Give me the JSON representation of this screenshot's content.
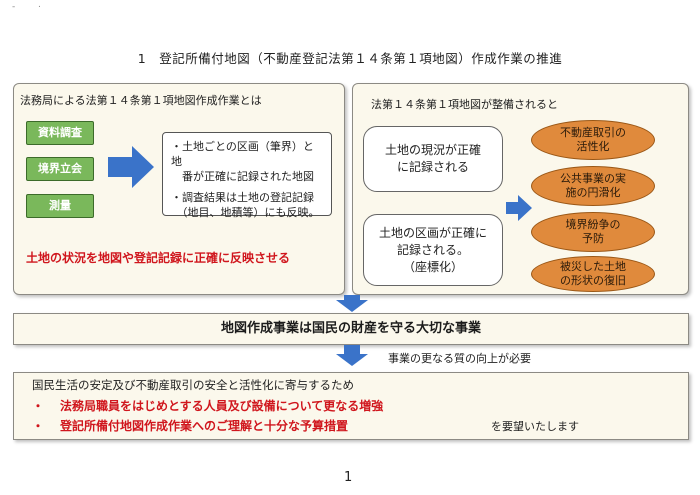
{
  "marks": [
    "-",
    "."
  ],
  "title": "1　登記所備付地図（不動産登記法第１４条第１項地図）作成作業の推進",
  "left_panel": {
    "heading": "法務局による法第１４条第１項地図作成作業とは",
    "steps": [
      "資料調査",
      "境界立会",
      "測量"
    ],
    "results": [
      "・土地ごとの区画（筆界）と地",
      "　番が正確に記録された地図",
      "・調査結果は土地の登記記録",
      "　（地目、地積等）にも反映。"
    ],
    "summary": "土地の状況を地図や登記記録に正確に反映させる"
  },
  "right_panel": {
    "heading": "法第１４条第１項地図が整備されると",
    "facts": [
      {
        "line1": "土地の現況が正確",
        "line2": "に記録される",
        "line3": ""
      },
      {
        "line1": "土地の区画が正確に",
        "line2": "記録される。",
        "line3": "（座標化）"
      }
    ],
    "benefits": [
      {
        "line1": "不動産取引の",
        "line2": "活性化"
      },
      {
        "line1": "公共事業の実",
        "line2": "施の円滑化"
      },
      {
        "line1": "境界紛争の",
        "line2": "予防"
      },
      {
        "line1": "被災した土地",
        "line2": "の形状の復旧"
      }
    ]
  },
  "middle_bar": "地図作成事業は国民の財産を守る大切な事業",
  "quality_note": "事業の更なる質の向上が必要",
  "bottom": {
    "lead": "国民生活の安定及び不動産取引の安全と活性化に寄与するため",
    "bullet_mark": "・",
    "request1": "法務局職員をはじめとする人員及び設備について更なる増強",
    "request2": "登記所備付地図作成作業へのご理解と十分な予算措置",
    "closing": "を要望いたします"
  },
  "page_number": "1",
  "colors": {
    "arrow": "#3a73c9",
    "green_button": "#7ab85b",
    "oval": "#e08a3c",
    "emphasis_red": "#d0161d",
    "panel_bg": "#fbf8ec"
  },
  "icons": [
    "arrow-right-icon",
    "arrow-down-icon"
  ]
}
